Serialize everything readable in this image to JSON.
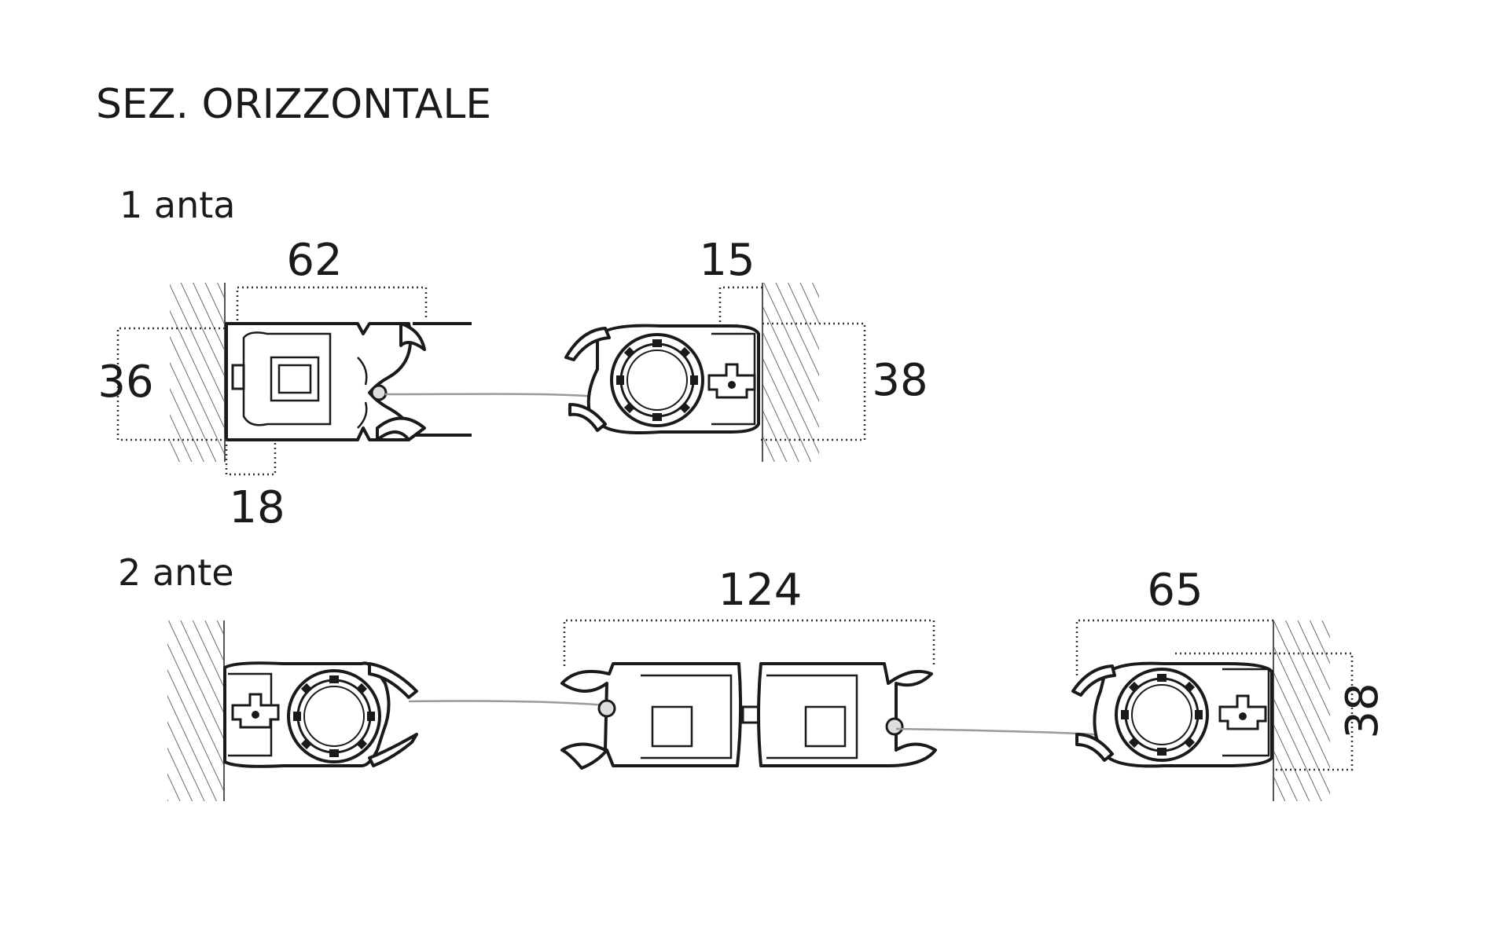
{
  "title": "SEZ. ORIZZONTALE",
  "sections": {
    "one_leaf": {
      "label": "1 anta",
      "dims": {
        "d62": "62",
        "d15": "15",
        "d36": "36",
        "d38": "38",
        "d18": "18"
      }
    },
    "two_leaves": {
      "label": "2 ante",
      "dims": {
        "d124": "124",
        "d65": "65",
        "d38": "38"
      }
    }
  }
}
